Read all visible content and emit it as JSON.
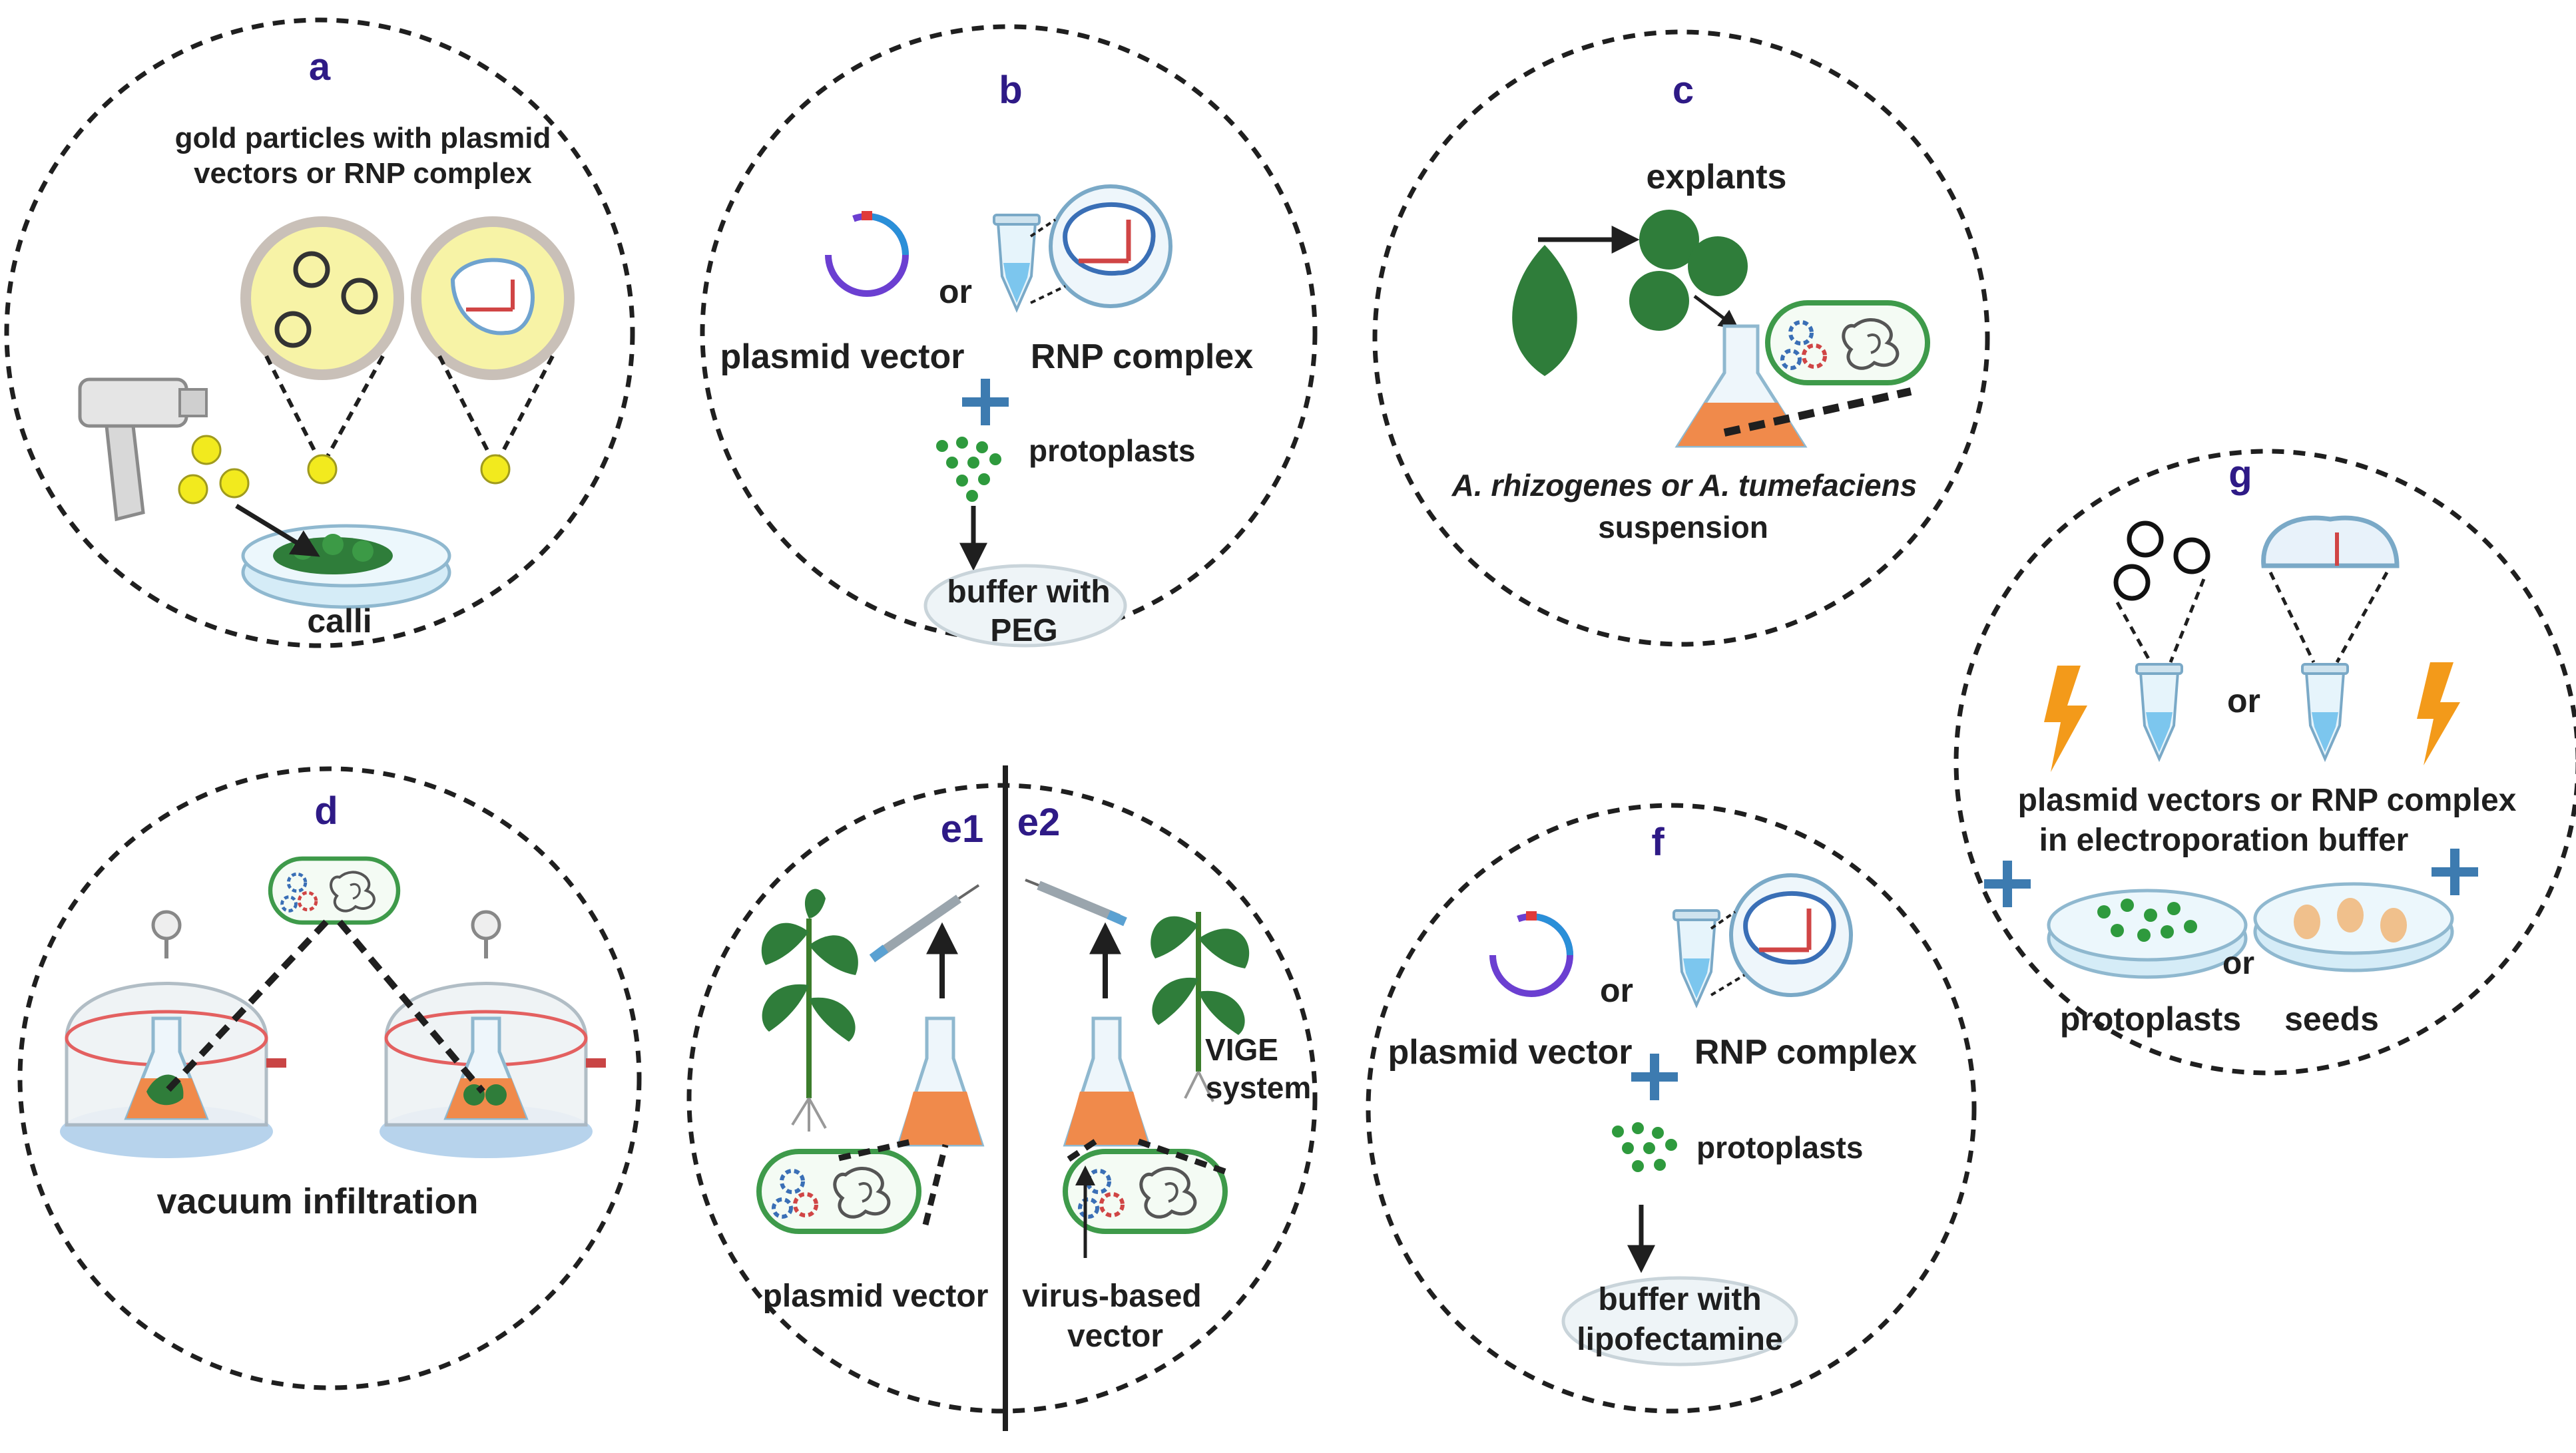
{
  "panels": {
    "a": {
      "letter": "a",
      "caption_line1": "gold particles with plasmid",
      "caption_line2": "vectors or RNP complex",
      "target": "calli"
    },
    "b": {
      "letter": "b",
      "or": "or",
      "left_label": "plasmid vector",
      "right_label": "RNP complex",
      "cells": "protoplasts",
      "buffer_line1": "buffer with",
      "buffer_line2": "PEG"
    },
    "c": {
      "letter": "c",
      "explants": "explants",
      "bacteria_line1": "A. rhizogenes or A. tumefaciens",
      "bacteria_line2": "suspension"
    },
    "d": {
      "letter": "d",
      "caption": "vacuum infiltration"
    },
    "e1": {
      "letter": "e1",
      "caption": "plasmid vector"
    },
    "e2": {
      "letter": "e2",
      "caption_line1": "virus-based",
      "caption_line2": "vector",
      "system_line1": "VIGE",
      "system_line2": "system"
    },
    "f": {
      "letter": "f",
      "or": "or",
      "left_label": "plasmid vector",
      "right_label": "RNP complex",
      "cells": "protoplasts",
      "buffer_line1": "buffer with",
      "buffer_line2": "lipofectamine"
    },
    "g": {
      "letter": "g",
      "or_top": "or",
      "buffer_line1": "plasmid vectors or RNP complex",
      "buffer_line2": "in electroporation buffer",
      "or_bottom": "or",
      "left_target": "protoplasts",
      "right_target": "seeds"
    }
  },
  "colors": {
    "panel_letter": "#2e1a86",
    "plus_sign": "#3d7bb0",
    "leaf_green": "#2f7d3a",
    "culture_orange": "#f08a4b",
    "gold_particle": "#f2ea1e",
    "lightning": "#f39a1a"
  },
  "icons": [
    "gene-gun-icon",
    "petri-dish-icon",
    "plasmid-icon",
    "tube-icon",
    "rnp-icon",
    "leaf-icon",
    "flask-icon",
    "bacterium-icon",
    "vacuum-chamber-icon",
    "plant-icon",
    "syringe-icon",
    "lightning-icon",
    "seed-icon"
  ]
}
